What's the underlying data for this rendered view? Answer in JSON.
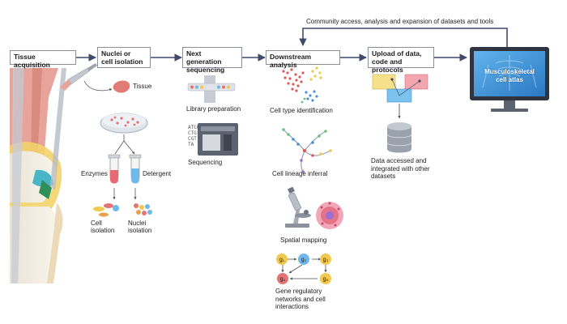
{
  "community_label": "Community access, analysis and expansion of datasets and tools",
  "steps": {
    "tissue_acquisition": "Tissue acquisition",
    "isolation_line1": "Nuclei or",
    "isolation_line2": "cell isolation",
    "ngs_line1": "Next generation",
    "ngs_line2": "sequencing",
    "downstream": "Downstream analysis",
    "upload_line1": "Upload of data,",
    "upload_line2": "code and protocols"
  },
  "isolation": {
    "tissue": "Tissue",
    "enzymes": "Enzymes",
    "detergent": "Detergent",
    "cell_isolation_1": "Cell",
    "cell_isolation_2": "isolation",
    "nuclei_isolation_1": "Nuclei",
    "nuclei_isolation_2": "isolation"
  },
  "sequencing": {
    "library_preparation": "Library preparation",
    "sequencing": "Sequencing",
    "seq_lines": [
      "ATCG",
      "CTG",
      "CGT",
      "TA"
    ]
  },
  "analysis": {
    "cell_type": "Cell type identification",
    "lineage": "Cell lineage inferral",
    "spatial": "Spatial mapping",
    "grn_line1": "Gene regulatory",
    "grn_line2": "networks and cell",
    "grn_line3": "interactions",
    "gene_nodes": [
      "g₁",
      "g₂",
      "g₃",
      "g₄",
      "g₅"
    ]
  },
  "upload": {
    "data_line1": "Data accessed and",
    "data_line2": "integrated with other",
    "data_line3": "datasets"
  },
  "atlas": {
    "line1": "Musculoskeletal",
    "line2": "cell atlas"
  },
  "colors": {
    "arrow": "#3d4a6b",
    "monitor_screen": "#3b8fd4",
    "gene_yellow": "#f2c94c",
    "gene_blue": "#6fb8e8",
    "gene_red": "#e57373"
  }
}
